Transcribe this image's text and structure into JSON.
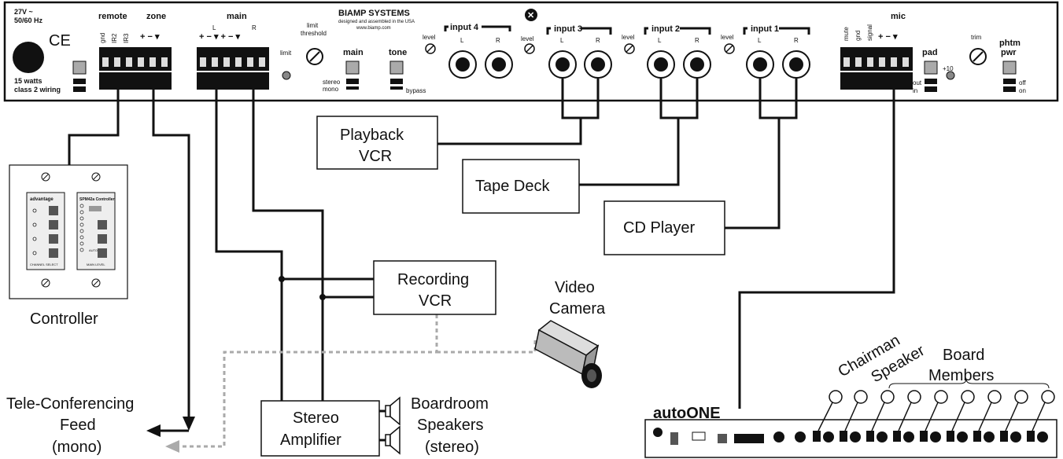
{
  "panel": {
    "power": "27V ~",
    "freq": "50/60 Hz",
    "ce": "CE",
    "watts": "15 watts",
    "wiring": "class 2 wiring",
    "brand": "BIAMP SYSTEMS",
    "brand_sub": "designed and assembled in the USA",
    "brand_url": "www.biamp.com",
    "remote": "remote",
    "zone": "zone",
    "gnd": "gnd",
    "ir2": "IR2",
    "ir3": "IR3",
    "main": "main",
    "L": "L",
    "R": "R",
    "limit": "limit",
    "limit_threshold_1": "limit",
    "limit_threshold_2": "threshold",
    "main_btn": "main",
    "tone": "tone",
    "stereo": "stereo",
    "mono": "mono",
    "bypass": "bypass",
    "level": "level",
    "input4": "input 4",
    "input3": "input 3",
    "input2": "input 2",
    "input1": "input 1",
    "mute": "mute",
    "signal": "signal",
    "mic": "mic",
    "pad": "pad",
    "plus10": "+10",
    "out": "out",
    "in": "in",
    "trim": "trim",
    "phtm": "phtm",
    "pwr": "pwr",
    "off": "off",
    "on": "on"
  },
  "devices": {
    "playback_1": "Playback",
    "playback_2": "VCR",
    "tape_deck": "Tape Deck",
    "cd_player": "CD Player",
    "recording_1": "Recording",
    "recording_2": "VCR",
    "video_1": "Video",
    "video_2": "Camera",
    "controller": "Controller",
    "tele_1": "Tele-Conferencing",
    "tele_2": "Feed",
    "tele_3": "(mono)",
    "amp_1": "Stereo",
    "amp_2": "Amplifier",
    "spk_1": "Boardroom",
    "spk_2": "Speakers",
    "spk_3": "(stereo)",
    "autoone": "autoONE",
    "chairman": "Chairman",
    "speaker": "Speaker",
    "board_1": "Board",
    "board_2": "Members"
  },
  "wallplate": {
    "left_brand": "advantage",
    "right_title": "SPM42a Controller",
    "channel_select": "CHANNEL SELECT",
    "main_level": "MAIN LEVEL",
    "auto": "AUTO"
  },
  "colors": {
    "line": "#111111",
    "dashed": "#aaaaaa"
  }
}
